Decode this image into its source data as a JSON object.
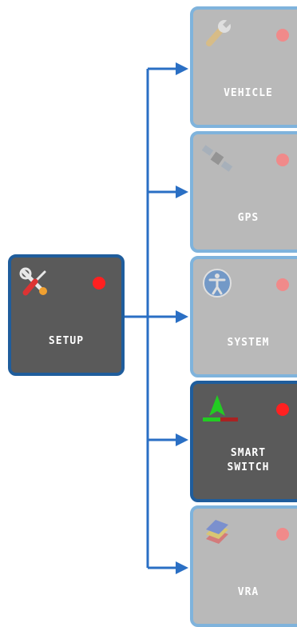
{
  "colors": {
    "connector": "#2a6fc4",
    "tile_border_active": "#1f5d9c",
    "tile_border_inactive": "#7fb3dc",
    "tile_bg_active": "#5a5a5a",
    "tile_bg_inactive": "#b9b9b9",
    "status_dot": "#ff2020"
  },
  "root": {
    "label": "SETUP",
    "icon": "tools-icon",
    "state": "active"
  },
  "children": [
    {
      "label": "VEHICLE",
      "icon": "wrench-icon",
      "state": "inactive"
    },
    {
      "label": "GPS",
      "icon": "satellite-icon",
      "state": "inactive"
    },
    {
      "label": "SYSTEM",
      "icon": "accessibility-icon",
      "state": "inactive"
    },
    {
      "label": "SMART\nSWITCH",
      "icon": "guidance-arrow-icon",
      "state": "active"
    },
    {
      "label": "VRA",
      "icon": "layers-icon",
      "state": "inactive"
    }
  ]
}
